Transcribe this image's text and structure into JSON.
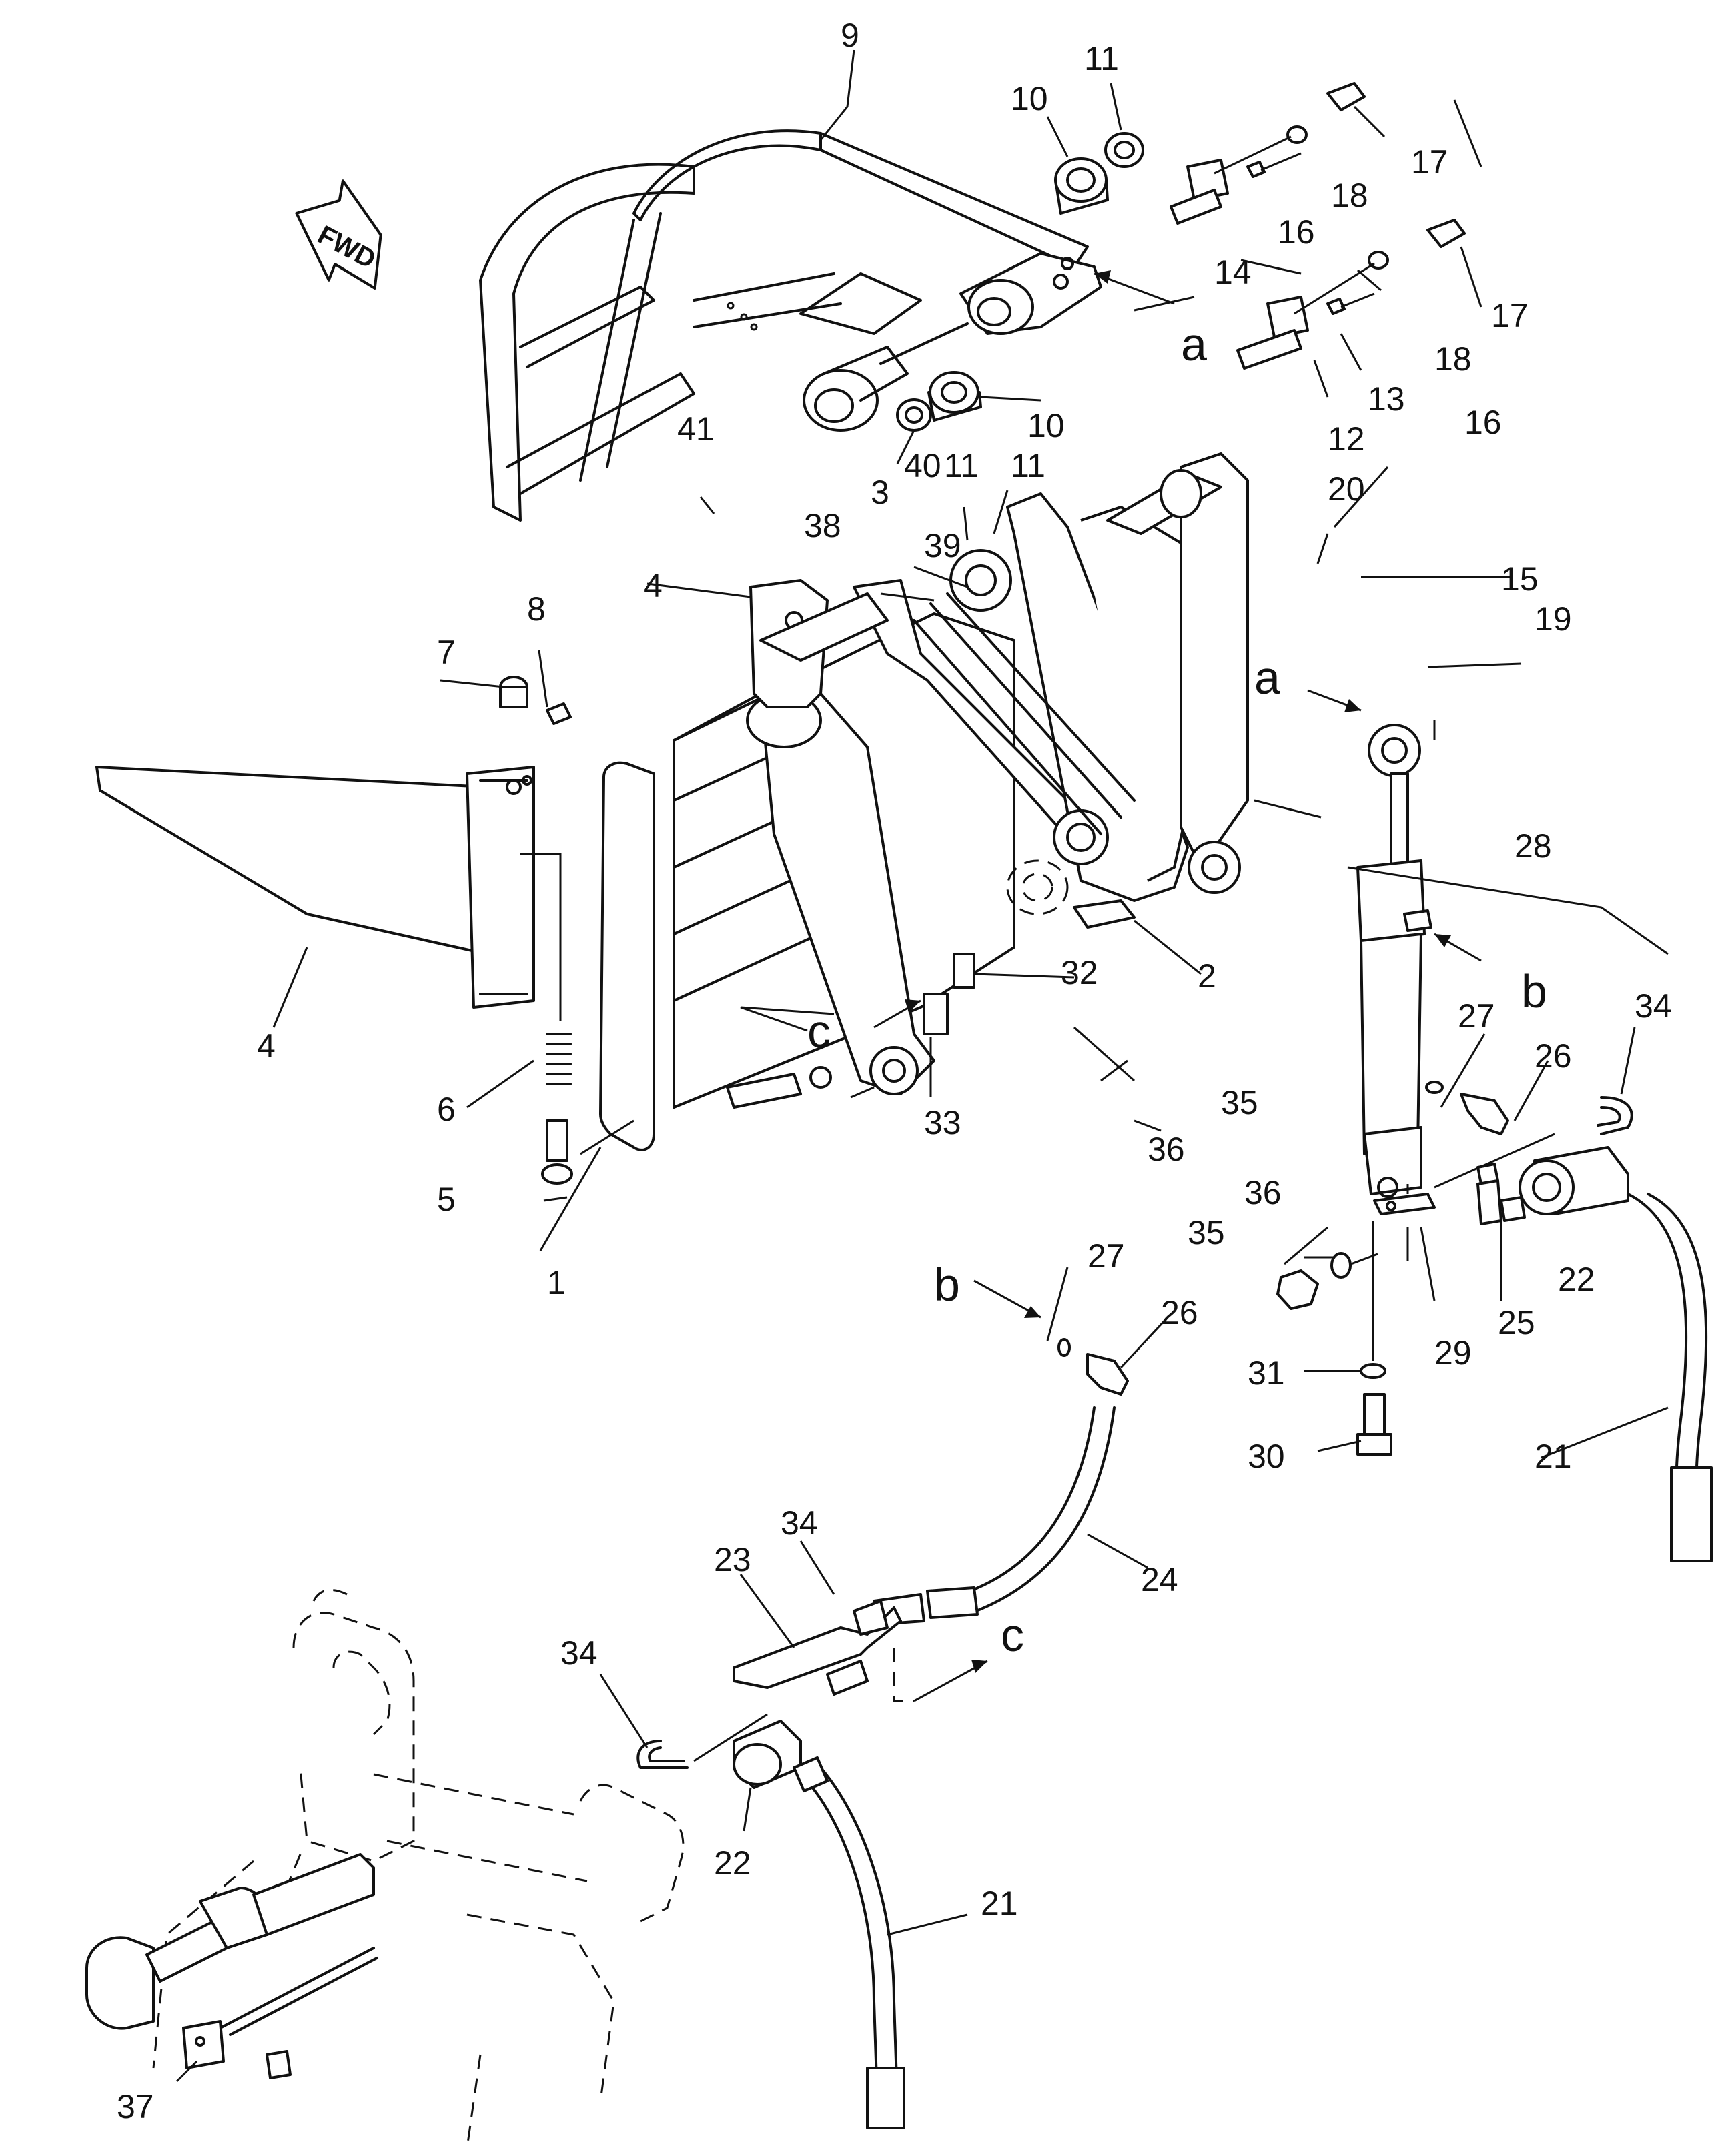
{
  "direction_marker": {
    "text": "FWD"
  },
  "view_refs": [
    "a",
    "b",
    "c"
  ],
  "callouts": [
    "1",
    "2",
    "3",
    "4",
    "4",
    "5",
    "6",
    "7",
    "8",
    "9",
    "10",
    "10",
    "11",
    "11",
    "11",
    "12",
    "13",
    "14",
    "15",
    "16",
    "16",
    "17",
    "17",
    "18",
    "18",
    "19",
    "20",
    "21",
    "21",
    "22",
    "22",
    "23",
    "24",
    "25",
    "26",
    "26",
    "27",
    "27",
    "28",
    "29",
    "30",
    "31",
    "32",
    "33",
    "34",
    "34",
    "34",
    "35",
    "35",
    "36",
    "36",
    "37",
    "38",
    "39",
    "40",
    "41"
  ]
}
